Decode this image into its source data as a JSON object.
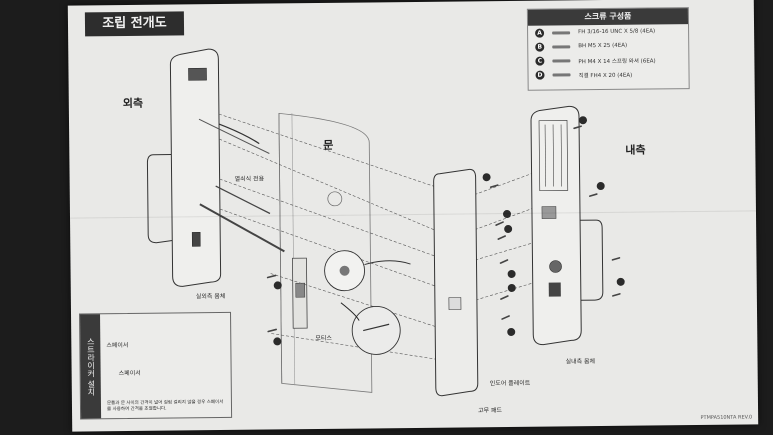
{
  "title": "조립 전개도",
  "labels": {
    "exterior": "외측",
    "door": "문",
    "interior": "내측",
    "exclusive": "열쇠식 전용",
    "exterior_body": "실외측 몸체",
    "mortise": "모티스",
    "indoor_plate": "인도어 플레이트",
    "rubber_pad": "고무 패드",
    "interior_body": "실내측 몸체"
  },
  "legend": {
    "title": "스크류 구성품",
    "items": [
      {
        "key": "A",
        "text": "FH 3/16-16 UNC X 5/8 (4EA)"
      },
      {
        "key": "B",
        "text": "BH M5 X 25 (4EA)"
      },
      {
        "key": "C",
        "text": "PH M4 X 14 스프링 와셔 (6EA)"
      },
      {
        "key": "D",
        "text": "직결 FH4 X 20 (4EA)"
      }
    ]
  },
  "inset": {
    "title": "스트라이커 설치",
    "spacer": "스페이서",
    "spacer_2": "스페이서",
    "note": "문틀과 문 사이의 간격이 넓어 걸림 걸리지 않을 경우 스페이서를 사용하여 간격을 조절합니다."
  },
  "model": "PTMPA510NTA REV.0"
}
